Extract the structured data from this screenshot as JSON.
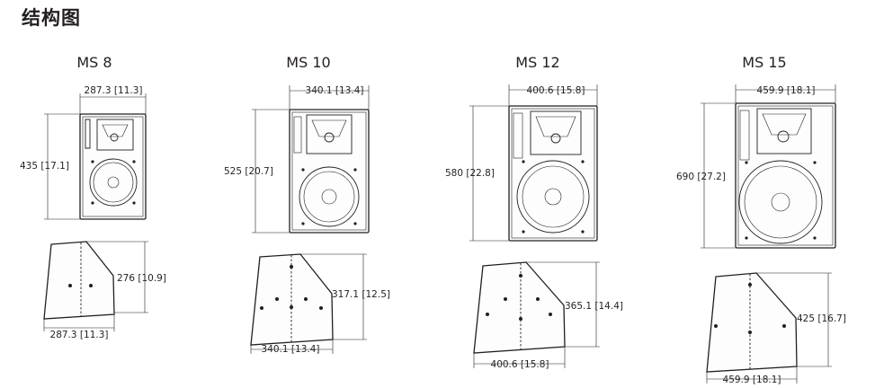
{
  "page": {
    "title": "结构图"
  },
  "models": [
    {
      "name": "MS 8",
      "width": "287.3 [11.3]",
      "height": "435 [17.1]",
      "depth": "276 [10.9]",
      "bottom_width": "287.3 [11.3]"
    },
    {
      "name": "MS 10",
      "width": "340.1 [13.4]",
      "height": "525 [20.7]",
      "depth": "317.1 [12.5]",
      "bottom_width": "340.1 [13.4]"
    },
    {
      "name": "MS 12",
      "width": "400.6 [15.8]",
      "height": "580 [22.8]",
      "depth": "365.1 [14.4]",
      "bottom_width": "400.6 [15.8]"
    },
    {
      "name": "MS 15",
      "width": "459.9 [18.1]",
      "height": "690 [27.2]",
      "depth": "425 [16.7]",
      "bottom_width": "459.9 [18.1]"
    }
  ],
  "colors": {
    "line": "#231f20",
    "background": "#ffffff"
  }
}
